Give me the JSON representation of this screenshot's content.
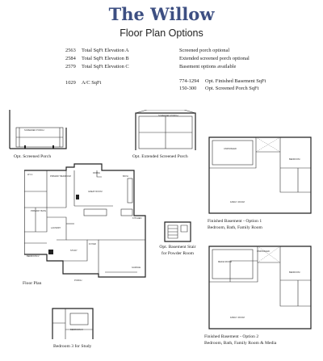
{
  "header": {
    "title": "The Willow",
    "subtitle": "Floor Plan Options"
  },
  "sqft_left": [
    {
      "value": "2563",
      "label": "Total SqFt Elevation A"
    },
    {
      "value": "2584",
      "label": "Total SqFt Elevation B"
    },
    {
      "value": "2579",
      "label": "Total SqFt Elevation C"
    },
    {
      "value": "1029",
      "label": "A/C SqFt"
    }
  ],
  "options_right": [
    "Screened porch optional",
    "Extended screened porch optional",
    "Basement options available"
  ],
  "options_sqft": [
    {
      "value": "774-1294",
      "label": "Opt. Finished Basement SqFt"
    },
    {
      "value": "150-300",
      "label": "Opt. Screened Porch SqFt"
    }
  ],
  "captions": {
    "screened_porch": "Opt. Screened Porch",
    "extended_porch": "Opt. Extended Screened Porch",
    "basement1_line1": "Finished Basement - Option 1",
    "basement1_line2": "Bedroom, Bath, Family Room",
    "stair_line1": "Opt. Basement Stair",
    "stair_line2": "for Powder Room",
    "floor_plan": "Floor Plan",
    "bedroom3": "Bedroom 3 for Study",
    "basement2_line1": "Finished Basement - Option 2",
    "basement2_line2": "Bedroom, Bath, Family Room & Media"
  },
  "rooms": {
    "screened_porch": "SCREENED PORCH",
    "ext_porch": "SCREENED PORCH",
    "wic": "W.I.C.",
    "primary_bedroom": "PRIMARY BEDROOM",
    "bath": "BATH",
    "great_room": "GREAT ROOM",
    "dining": "DINING",
    "kitchen": "KITCHEN",
    "primary_bath": "PRIMARY BATH",
    "bedroom2": "BEDROOM 2",
    "study": "STUDY",
    "foyer": "FOYER",
    "garage": "GARAGE",
    "porch": "PORCH",
    "laundry": "LAUNDRY",
    "b1_family": "FAMILY ROOM",
    "b1_bedroom": "BEDROOM",
    "b1_unfinished": "UNFINISHED",
    "b2_media": "MEDIA ROOM",
    "b2_family": "FAMILY ROOM",
    "b2_bedroom": "BEDROOM",
    "b2_unfinished": "UNFINISHED",
    "b3_bedroom": "BEDROOM 3"
  }
}
